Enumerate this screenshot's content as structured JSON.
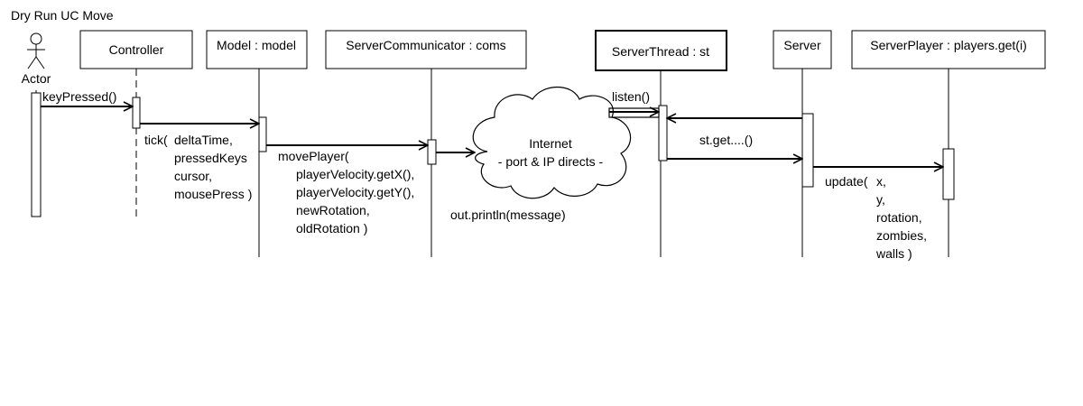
{
  "title": "Dry Run UC Move",
  "actor": {
    "label": "Actor"
  },
  "participants": {
    "controller": "Controller",
    "model": "Model : model",
    "coms": "ServerCommunicator : coms",
    "thread": "ServerThread : st",
    "server": "Server",
    "player": "ServerPlayer : players.get(i)"
  },
  "cloud": {
    "line1": "Internet",
    "line2": "- port & IP directs -"
  },
  "messages": {
    "key_pressed": "keyPressed()",
    "tick": [
      "tick(",
      "deltaTime,",
      "pressedKeys",
      "cursor,",
      "mousePress )"
    ],
    "move_player": [
      "movePlayer(",
      "playerVelocity.getX(),",
      "playerVelocity.getY(),",
      "newRotation,",
      "oldRotation )"
    ],
    "out_println": "out.println(message)",
    "listen": "listen()",
    "st_get": "st.get....()",
    "update": [
      "update(",
      "x,",
      "y,",
      "rotation,",
      "zombies,",
      "walls )"
    ]
  },
  "colors": {
    "line": "#000000",
    "background": "#ffffff"
  }
}
